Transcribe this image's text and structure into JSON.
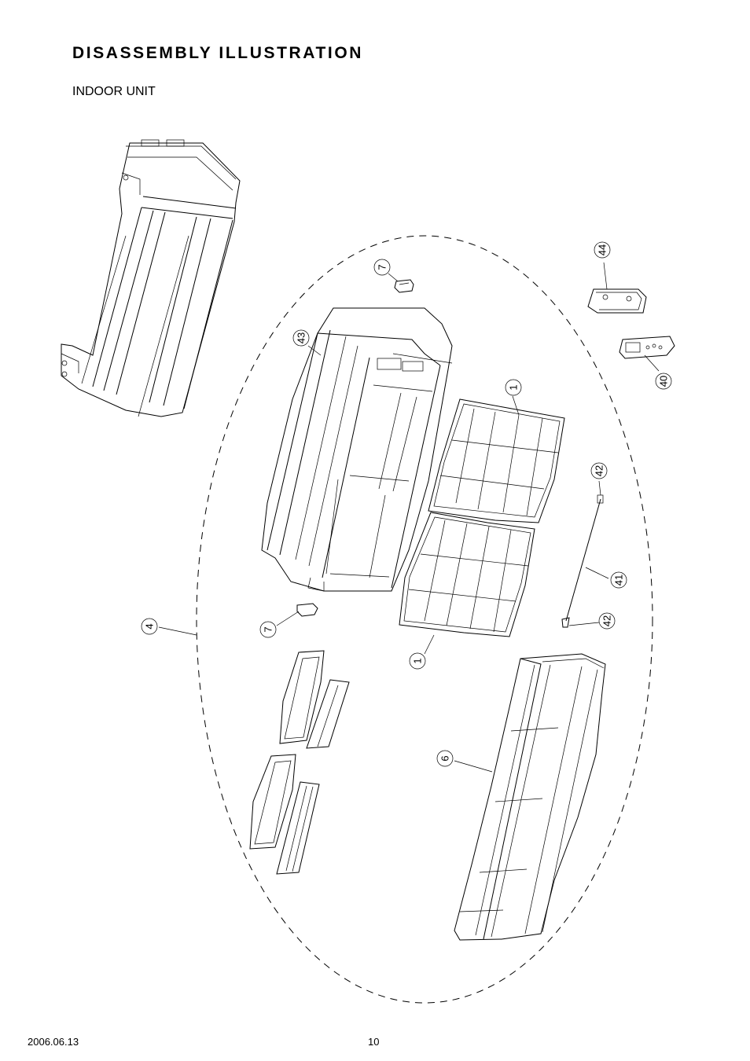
{
  "header": {
    "title": "DISASSEMBLY ILLUSTRATION",
    "subtitle": "INDOOR UNIT"
  },
  "footer": {
    "date": "2006.06.13",
    "page": "10"
  },
  "callouts": [
    {
      "label": "7"
    },
    {
      "label": "43"
    },
    {
      "label": "44"
    },
    {
      "label": "40"
    },
    {
      "label": "1"
    },
    {
      "label": "42"
    },
    {
      "label": "41"
    },
    {
      "label": "42"
    },
    {
      "label": "4"
    },
    {
      "label": "7"
    },
    {
      "label": "1"
    },
    {
      "label": "6"
    }
  ]
}
